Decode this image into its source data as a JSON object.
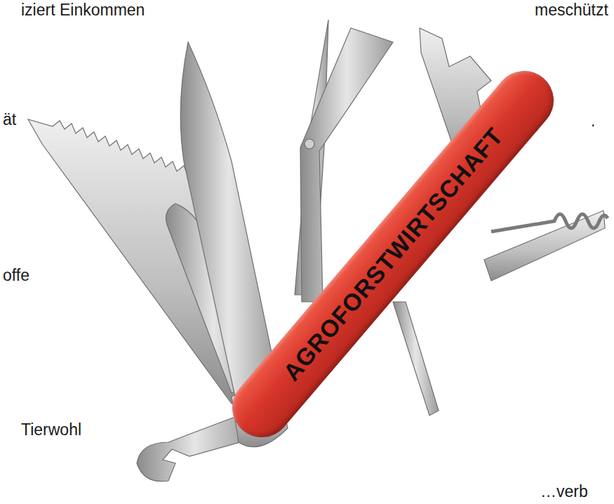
{
  "diagram": {
    "nodes": [
      {
        "text": [
          "AGROFORSTWIRTSCHAFT"
        ]
      }
    ],
    "labels": [
      "iziert Einkommen",
      "ät",
      "offe",
      "Tierwohl",
      "meschützt",
      ".",
      "…verb"
    ]
  }
}
